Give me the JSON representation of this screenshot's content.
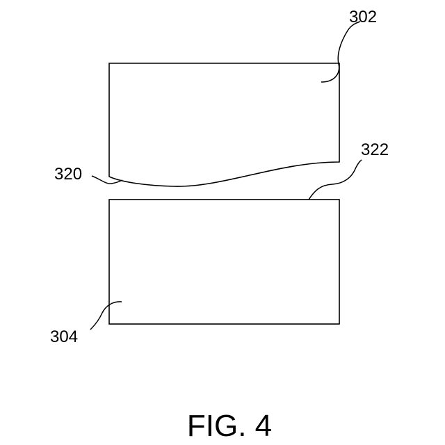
{
  "figure": {
    "caption": "FIG. 4",
    "labels": {
      "upper_panel": "302",
      "lower_panel": "304",
      "wavy_edge": "320",
      "straight_edge": "322"
    }
  },
  "colors": {
    "line": "#000000",
    "background": "#ffffff"
  }
}
